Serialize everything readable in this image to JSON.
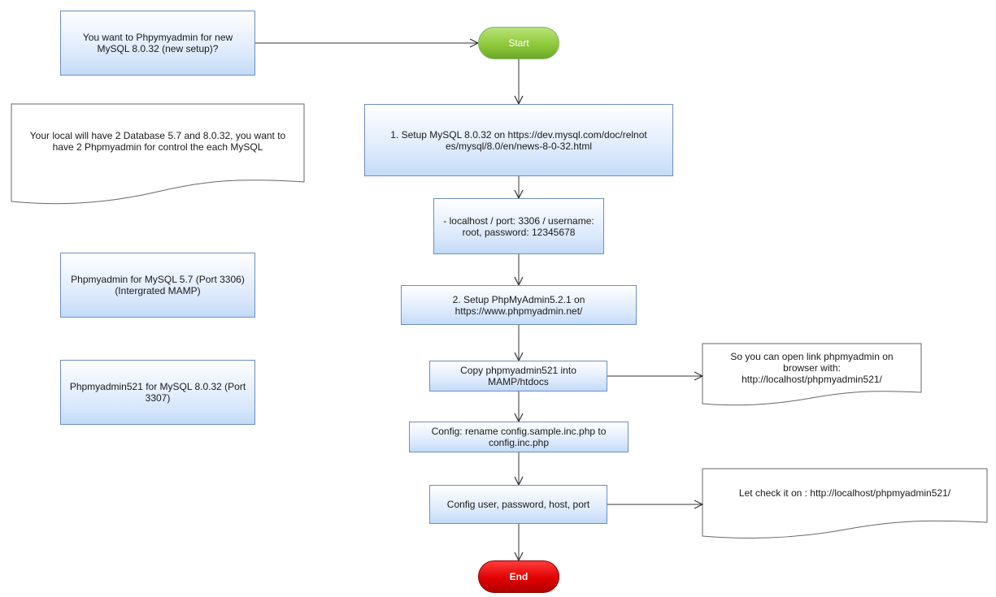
{
  "diagram": {
    "nodes": {
      "question": "You want to Phpymyadmin for new MySQL 8.0.32 (new setup)?",
      "note_databases": "Your local will have 2 Database 5.7 and 8.0.32, you want to have 2 Phpmyadmin for control the each MySQL",
      "pma_57": "Phpmyadmin for MySQL 5.7 (Port 3306) (Intergrated MAMP)",
      "pma_8032": "Phpmyadmin521 for MySQL 8.0.32 (Port 3307)",
      "start": "Start",
      "step1": "1. Setup MySQL 8.0.32 on https://dev.mysql.com/doc/relnotes/mysql/8.0/en/news-8-0-32.html",
      "credentials": "- localhost / port: 3306 / username: root, password: 12345678",
      "step2": "2. Setup PhpMyAdmin5.2.1 on https://www.phpmyadmin.net/",
      "copy": "Copy phpmyadmin521 into MAMP/htdocs",
      "note_open_link": "So you can open link phpmyadmin on browser with: http://localhost/phpmyadmin521/",
      "rename_config": "Config: rename config.sample.inc.php to config.inc.php",
      "config_user": "Config user, password, host, port",
      "note_check": "Let check it on : http://localhost/phpmyadmin521/",
      "end": "End"
    },
    "colors": {
      "process_fill": "#dae8fc",
      "process_border": "#6c8ebf",
      "start_fill": "#8fc93a",
      "end_fill": "#e00000",
      "note_border": "#666666",
      "edge": "#333333"
    }
  }
}
